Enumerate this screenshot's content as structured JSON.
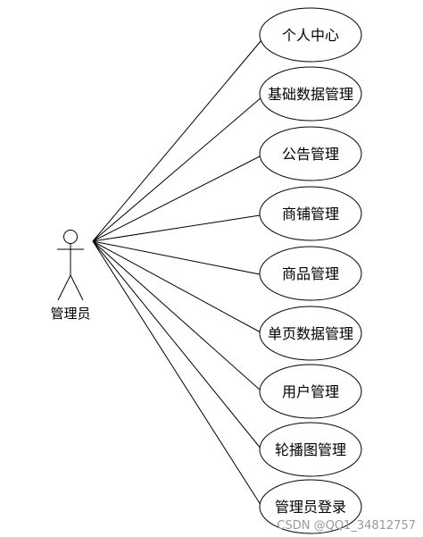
{
  "diagram": {
    "type": "use-case",
    "actor": {
      "label": "管理员"
    },
    "use_cases": [
      {
        "label": "个人中心"
      },
      {
        "label": "基础数据管理"
      },
      {
        "label": "公告管理"
      },
      {
        "label": "商铺管理"
      },
      {
        "label": "商品管理"
      },
      {
        "label": "单页数据管理"
      },
      {
        "label": "用户管理"
      },
      {
        "label": "轮播图管理"
      },
      {
        "label": "管理员登录"
      }
    ],
    "colors": {
      "stroke": "#000000",
      "background": "#ffffff",
      "watermark": "#9a9a9a"
    }
  },
  "watermark": {
    "text": "CSDN @QQ1_34812757"
  }
}
